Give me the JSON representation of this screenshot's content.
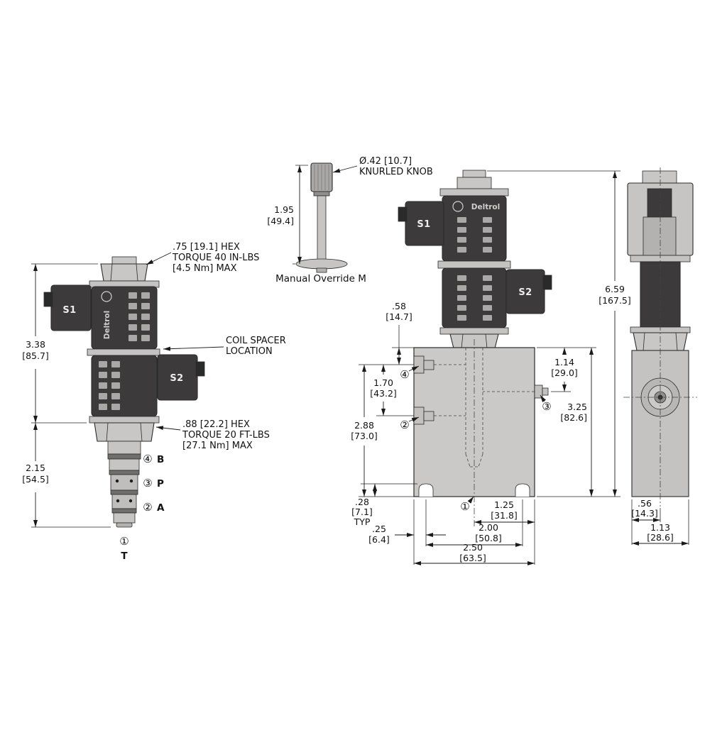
{
  "title": "Solenoid cartridge valve dimensional drawing",
  "colors": {
    "metal": "#c8c7c6",
    "metal_dark": "#b3b2b1",
    "coil": "#3c3a3b",
    "band": "#6f6e6d",
    "line": "#1a1a1a",
    "background": "#ffffff"
  },
  "views": {
    "left": {
      "notes": {
        "top_hex": {
          "l1": ".75 [19.1] HEX",
          "l2": "TORQUE 40 IN-LBS",
          "l3": "[4.5 Nm] MAX"
        },
        "coil_spacer": {
          "l1": "COIL SPACER",
          "l2": "LOCATION"
        },
        "bottom_hex": {
          "l1": ".88 [22.2] HEX",
          "l2": "TORQUE 20 FT-LBS",
          "l3": "[27.1 Nm] MAX"
        }
      },
      "dims": {
        "coil_height": {
          "in": "3.38",
          "mm": "[85.7]"
        },
        "cartridge_length": {
          "in": "2.15",
          "mm": "[54.5]"
        }
      },
      "labels": {
        "s1": "S1",
        "s2": "S2",
        "brand": "Deltrol"
      },
      "ports": {
        "b_num": "④",
        "b": "B",
        "p_num": "③",
        "p": "P",
        "a_num": "②",
        "a": "A",
        "t_num": "①",
        "t": "T"
      }
    },
    "override": {
      "note": {
        "l1": "Ø.42 [10.7]",
        "l2": "KNURLED KNOB"
      },
      "dim": {
        "in": "1.95",
        "mm": "[49.4]"
      },
      "caption": "Manual Override M"
    },
    "front": {
      "labels": {
        "s1": "S1",
        "s2": "S2",
        "brand": "Deltrol"
      },
      "ports": {
        "p1": "①",
        "p2": "②",
        "p3": "③",
        "p4": "④"
      },
      "dims": {
        "d058": {
          "in": ".58",
          "mm": "[14.7]"
        },
        "d170": {
          "in": "1.70",
          "mm": "[43.2]"
        },
        "d288": {
          "in": "2.88",
          "mm": "[73.0]"
        },
        "d114": {
          "in": "1.14",
          "mm": "[29.0]"
        },
        "d325": {
          "in": "3.25",
          "mm": "[82.6]"
        },
        "d659": {
          "in": "6.59",
          "mm": "[167.5]"
        },
        "d028": {
          "in": ".28",
          "mm": "[7.1]",
          "typ": "TYP"
        },
        "d025": {
          "in": ".25",
          "mm": "[6.4]"
        },
        "d125": {
          "in": "1.25",
          "mm": "[31.8]"
        },
        "d200": {
          "in": "2.00",
          "mm": "[50.8]"
        },
        "d250": {
          "in": "2.50",
          "mm": "[63.5]"
        }
      }
    },
    "side": {
      "dims": {
        "d056": {
          "in": ".56",
          "mm": "[14.3]"
        },
        "d113": {
          "in": "1.13",
          "mm": "[28.6]"
        }
      }
    }
  }
}
